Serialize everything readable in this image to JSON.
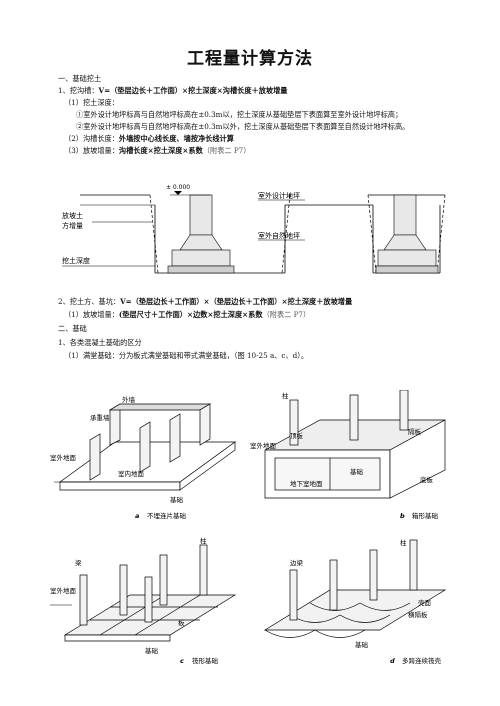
{
  "title": "工程量计算方法",
  "s1": {
    "heading": "一、基础挖土",
    "l1_pre": "1、挖沟槽：",
    "l1_formula": "V=（垫层边长＋工作面）×挖土深度×沟槽长度＋放坡增量",
    "l2": "（1）挖土深度：",
    "l3": "①室外设计地坪标高与自然地坪标高在±0.3m以，挖土深度从基础垫层下表面算至室外设计地坪标高；",
    "l4": "②室外设计地坪标高与自然地坪标高在±0.3m以外，挖土深度从基础垫层下表面算至自然设计地坪标高。",
    "l5_pre": "（2）沟槽长度：",
    "l5_formula": "外墙按中心线长度、墙按净长线计算",
    "l6_pre": "（3）放坡增量：",
    "l6_formula": "沟槽长度×挖土深度×系数",
    "l6_note": "（附表二 P7）"
  },
  "fig1": {
    "elev_label": "± 0.000",
    "outdoor_design": "室外设计地坪",
    "outdoor_natural": "室外自然地坪",
    "slope_label_1": "放坡土",
    "slope_label_2": "方增量",
    "depth_label": "挖土深度"
  },
  "s2": {
    "l1_pre": "2、挖土方、基坑：",
    "l1_formula": "V=（垫层边长＋工作面）×（垫层边长＋工作面）×挖土深度＋放坡增量",
    "l2_pre": "（1）放坡增量：",
    "l2_formula": "(垫层尺寸＋工作面）×边数×挖土深度×系数",
    "l2_note": "（附表二 P7）"
  },
  "s3": {
    "heading": "二、基础",
    "l1": "1、各类混凝土基础的区分",
    "l2": "（1）满堂基础：分为板式满堂基础和带式满堂基础，（图 10-25 a、c、d）。"
  },
  "panels": {
    "a": {
      "letter": "a",
      "caption": "不埋连片基础",
      "labels": [
        "外墙",
        "承重墙",
        "室外地面",
        "室内地面",
        "基础"
      ]
    },
    "b": {
      "letter": "b",
      "caption": "箱形基础",
      "labels": [
        "柱",
        "顶板",
        "隔板",
        "室外地面",
        "基础",
        "地下室地面",
        "底板"
      ]
    },
    "c": {
      "letter": "c",
      "caption": "筏形基础",
      "labels": [
        "柱",
        "梁",
        "室外地面",
        "板",
        "基础"
      ]
    },
    "d": {
      "letter": "d",
      "caption": "多跨连续筏壳",
      "labels": [
        "柱",
        "边梁",
        "壳面",
        "横隔板",
        "基础"
      ]
    }
  }
}
